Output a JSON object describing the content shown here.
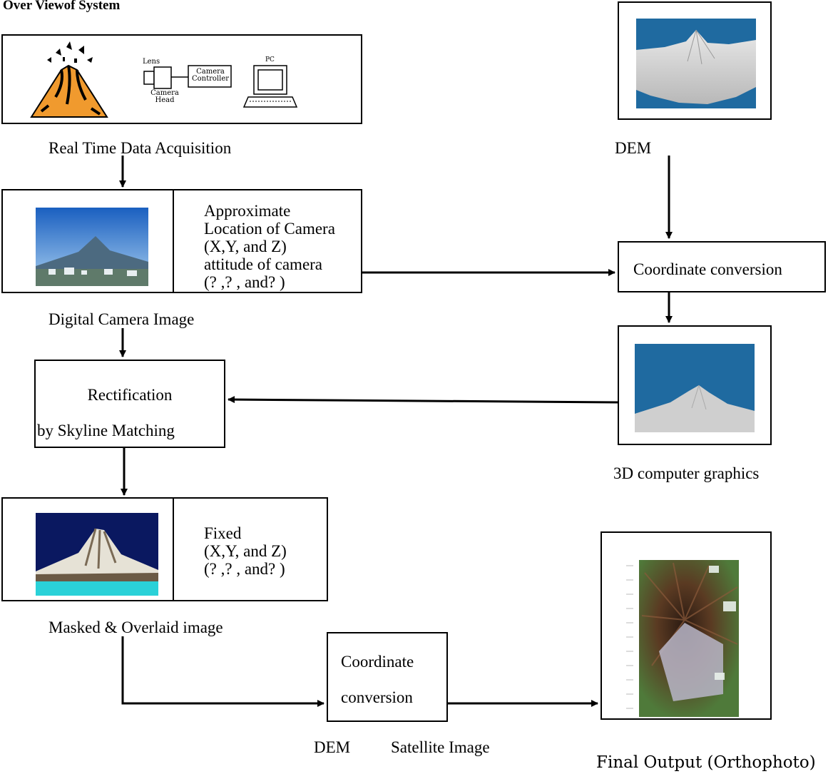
{
  "title": "Over Viewof System",
  "acquisition": {
    "label": "Real Time Data Acquisition",
    "lens": "Lens",
    "camera_controller": "Camera Controller",
    "camera_head": "Camera Head",
    "pc": "PC"
  },
  "dem_top": {
    "label": "DEM"
  },
  "camera_image": {
    "label": "Digital Camera Image",
    "text_lines": [
      "Approximate",
      "Location of Camera",
      "(X,Y, and Z)",
      "attitude of camera",
      "(?  ,?  , and?  )"
    ]
  },
  "coord_conv_1": {
    "label": "Coordinate conversion"
  },
  "graphics_3d": {
    "label": "3D computer graphics"
  },
  "rectification": {
    "line1": "Rectification",
    "line2": "by Skyline Matching"
  },
  "masked": {
    "label": "Masked & Overlaid image",
    "text_lines": [
      "Fixed",
      "(X,Y, and Z)",
      "(?  ,?  , and?  )"
    ]
  },
  "coord_conv_2": {
    "line1": "Coordinate",
    "line2": "conversion"
  },
  "bottom_labels": {
    "dem": "DEM",
    "satellite": "Satellite Image"
  },
  "final": {
    "label": "Final Output (Orthophoto)"
  }
}
